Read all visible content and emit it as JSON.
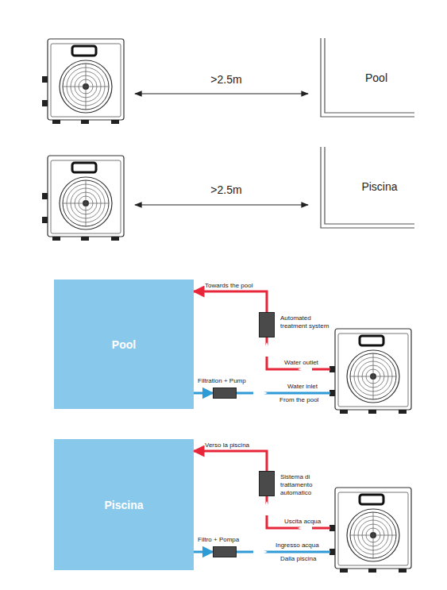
{
  "diagram": {
    "nodes": [
      {
        "text": [
          "Pool"
        ]
      },
      {
        "text": [
          "Automated treatment system"
        ]
      },
      {
        "text": [
          "Filtration + Pump"
        ]
      },
      {
        "text": [
          "Piscina"
        ]
      },
      {
        "text": [
          "Sistema di trattamento automatico"
        ]
      },
      {
        "text": [
          "Filtro + Pompa"
        ]
      }
    ],
    "edges": [
      {
        "from": 1,
        "to": 0,
        "arrow": "to",
        "label": "Towards the pool"
      },
      {
        "from": 0,
        "to": 2,
        "arrow": "to"
      },
      {
        "from": 4,
        "to": 3,
        "arrow": "to",
        "label": "Verso la piscina"
      },
      {
        "from": 3,
        "to": 5,
        "arrow": "to"
      }
    ],
    "labels": [
      ">2.5m",
      "Pool",
      ">2.5m",
      "Piscina",
      "Water outlet",
      "Water inlet",
      "From the pool",
      "Uscita acqua",
      "Ingresso acqua",
      "Dalla piscina"
    ]
  }
}
